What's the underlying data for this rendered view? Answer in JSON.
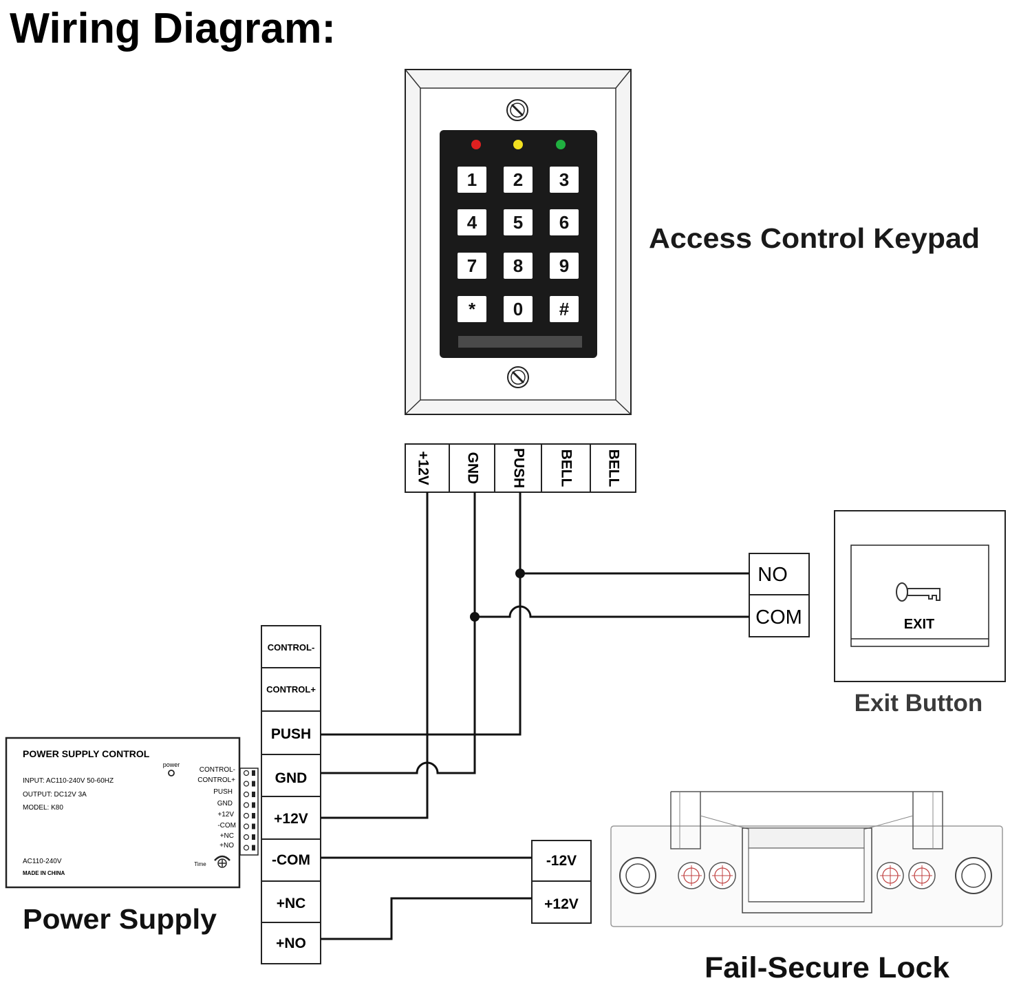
{
  "title": "Wiring Diagram:",
  "keypad": {
    "label": "Access Control Keypad",
    "keys": [
      "1",
      "2",
      "3",
      "4",
      "5",
      "6",
      "7",
      "8",
      "9",
      "*",
      "0",
      "#"
    ],
    "led_colors": [
      "#e02020",
      "#f2e020",
      "#20b040"
    ]
  },
  "keypad_terminals": [
    "+12V",
    "GND",
    "PUSH",
    "BELL",
    "BELL"
  ],
  "exit_button": {
    "terminals": [
      "NO",
      "COM"
    ],
    "face_text": "EXIT",
    "label": "Exit Button",
    "icon": "key-icon"
  },
  "controller_terminals": [
    "CONTROL-",
    "CONTROL+",
    "PUSH",
    "GND",
    "+12V",
    "-COM",
    "+NC",
    "+NO"
  ],
  "power_supply": {
    "label": "Power Supply",
    "header": "POWER SUPPLY CONTROL",
    "input": "INPUT: AC110-240V 50-60HZ",
    "output": "OUTPUT: DC12V 3A",
    "model": "MODEL: K80",
    "power_led": "power",
    "ac": "AC110-240V",
    "made_in": "MADE IN CHINA",
    "time": "Time",
    "terminal_labels": [
      "CONTROL-",
      "CONTROL+",
      "PUSH",
      "GND",
      "+12V",
      "-COM",
      "+NC",
      "+NO"
    ]
  },
  "lock": {
    "terminals": [
      "-12V",
      "+12V"
    ],
    "label": "Fail-Secure Lock"
  }
}
